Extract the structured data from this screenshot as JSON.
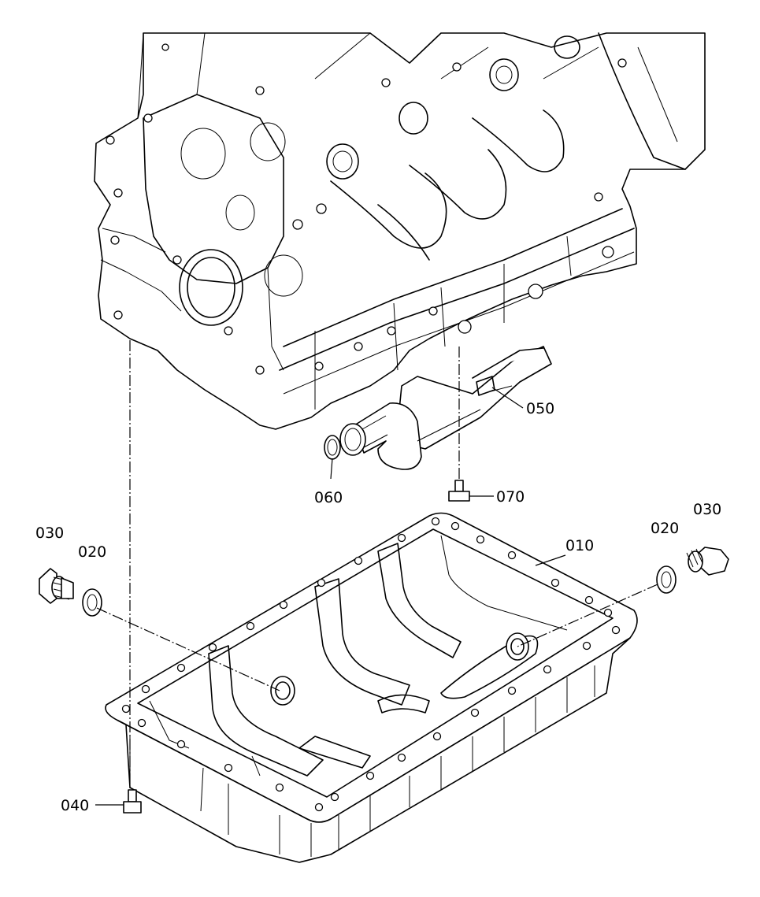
{
  "callouts": {
    "p010": "010",
    "p020_left": "020",
    "p020_right": "020",
    "p030_left": "030",
    "p030_right": "030",
    "p040": "040",
    "p050": "050",
    "p060": "060",
    "p070": "070"
  }
}
